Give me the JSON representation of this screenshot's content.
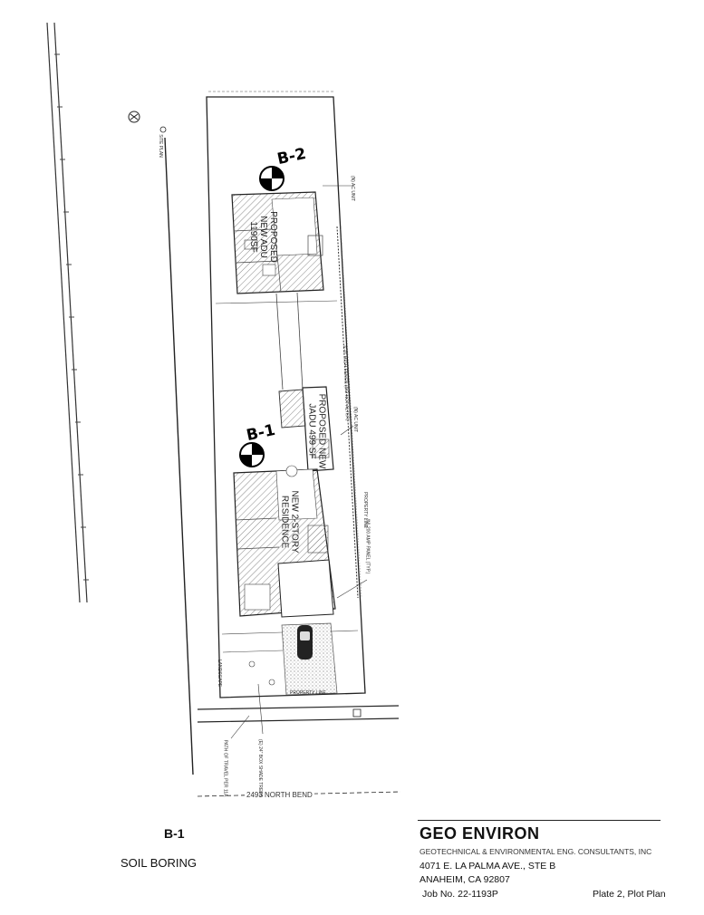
{
  "drawing": {
    "sheet_label": "SITE PLAN",
    "property_line": "PROPERTY LINE",
    "street": "2493 NORTH BEND",
    "note_trees": "(E) 24\" BOX SHADE TREES",
    "note_path": "PATH OF TRAVEL PER 11A",
    "note_landscape": "LANDSCAPE",
    "note_ac1": "(N) AC UNIT",
    "note_ac2": "(N) AC UNIT",
    "note_fence": "6'-0\" HIGH FENCE (DO NOT ALTER)",
    "note_panel": "(N) 200 AMP PANEL (TYP.)",
    "note_pl_right": "PROPERTY LINE",
    "buildings": {
      "adu": [
        "PROPOSED",
        "NEW ADU",
        "1190SF"
      ],
      "jadu": [
        "PROPOSED NEW",
        "JADU 499 SF"
      ],
      "residence": [
        "NEW 2-STORY",
        "RESIDENCE"
      ]
    },
    "borings": [
      {
        "label": "B-2"
      },
      {
        "label": "B-1"
      }
    ]
  },
  "legend": {
    "code": "B-1",
    "label": "SOIL BORING"
  },
  "title_block": {
    "company": "GEO ENVIRON",
    "subtitle": "GEOTECHNICAL & ENVIRONMENTAL ENG. CONSULTANTS, INC",
    "address1": "4071 E. LA PALMA AVE., STE B",
    "address2": "ANAHEIM, CA 92807",
    "job": "Job No. 22-1193P",
    "plate": "Plate 2, Plot Plan"
  }
}
